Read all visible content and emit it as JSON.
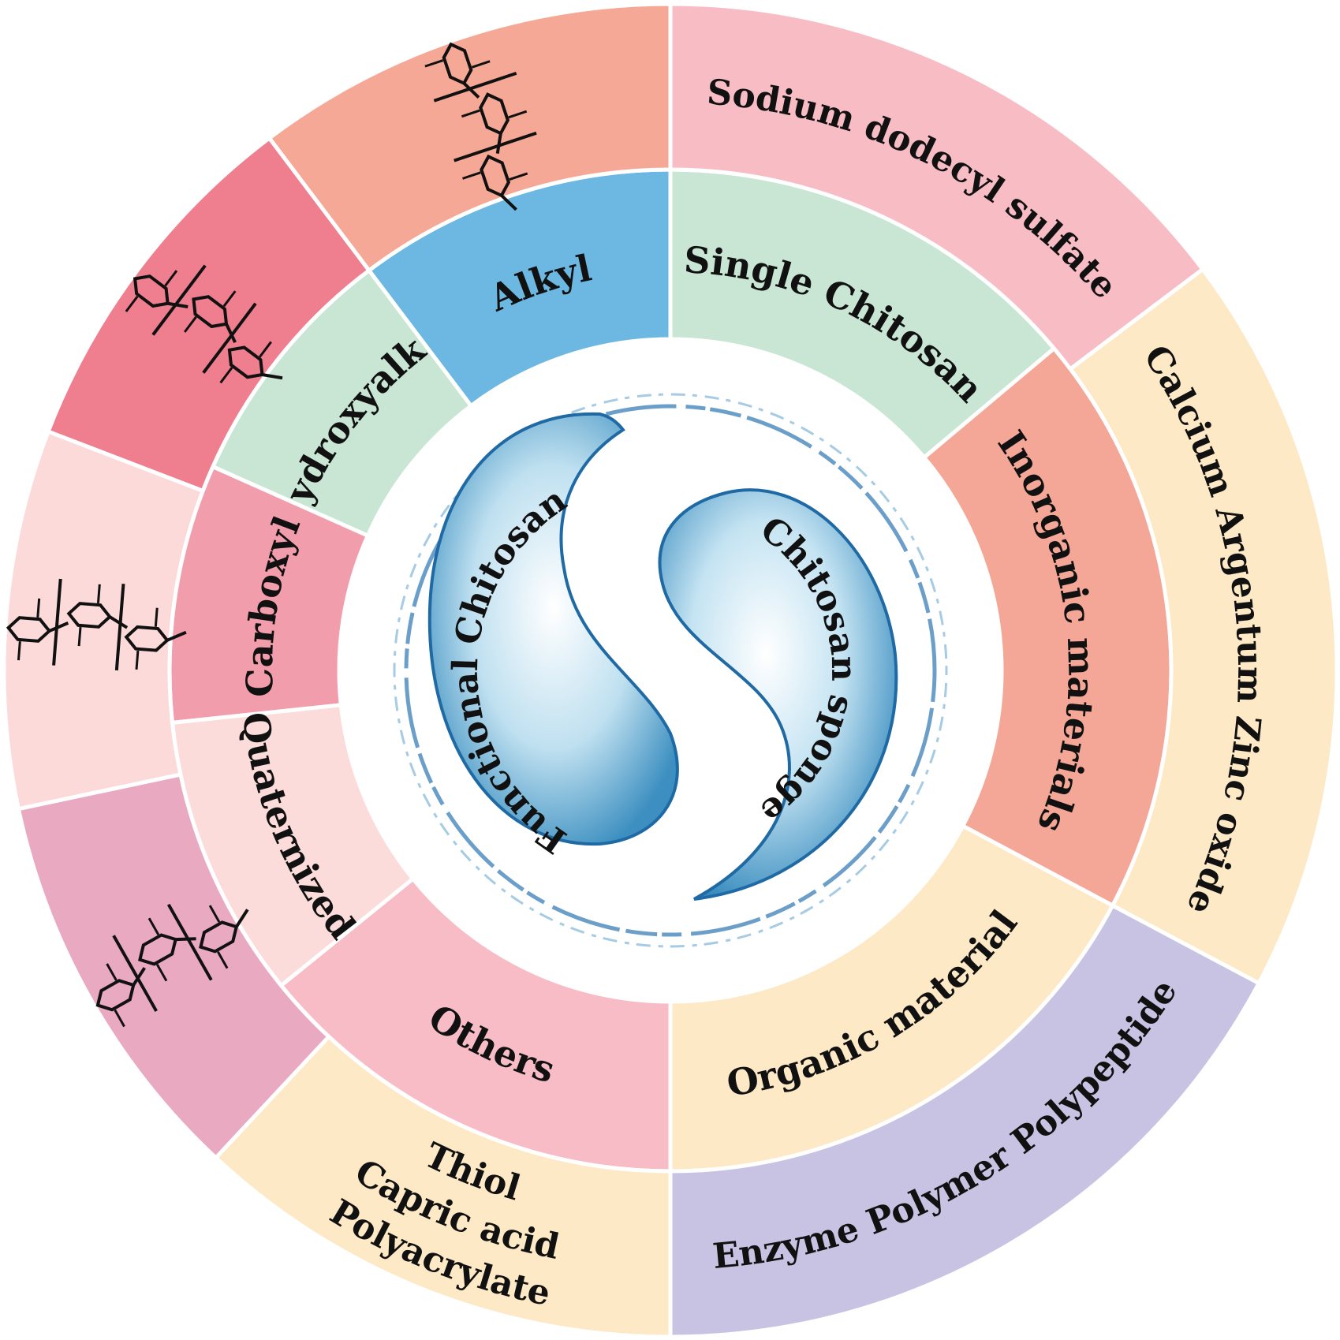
{
  "title": "Chitosan sponge classification wheel",
  "center": {
    "left_label": "Functional Chitosan",
    "right_label": "Chitosan sponge",
    "swirl_color": "#5aa6cf"
  },
  "middle_ring": [
    {
      "id": "alkyl",
      "label": "Alkyl",
      "color": "#6db8e2"
    },
    {
      "id": "hydroxyalkyl",
      "label": "Hydroxyalkyl",
      "color": "#c9e6d5"
    },
    {
      "id": "carboxyl",
      "label": "Carboxyl",
      "color": "#f29dac"
    },
    {
      "id": "quaternized",
      "label": "Quaternized",
      "color": "#fbdcda"
    },
    {
      "id": "others",
      "label": "Others",
      "color": "#f7bcc5"
    },
    {
      "id": "single-chitosan",
      "label": "Single Chitosan",
      "color": "#c9e6d5"
    },
    {
      "id": "inorganic",
      "label": "Inorganic materials",
      "color": "#f4a796"
    },
    {
      "id": "organic",
      "label": "Organic material",
      "color": "#fde9c6"
    }
  ],
  "outer_ring": [
    {
      "id": "alkyl-structure",
      "type": "structure",
      "color": "#f5a895"
    },
    {
      "id": "hydroxyalkyl-structure",
      "type": "structure",
      "color": "#ef7f8e"
    },
    {
      "id": "carboxyl-structure",
      "type": "structure",
      "color": "#fbdad9"
    },
    {
      "id": "quaternized-structure",
      "type": "structure",
      "color": "#e8a9c1"
    },
    {
      "id": "others-examples",
      "lines": [
        "Thiol",
        "Capric acid",
        "Polyacrylate"
      ],
      "color": "#fde9c6"
    },
    {
      "id": "single-examples",
      "lines": [
        "Sodium dodecyl sulfate"
      ],
      "color": "#f7bcc4"
    },
    {
      "id": "inorganic-examples",
      "lines": [
        "Calcium Argentum Zinc oxide"
      ],
      "color": "#fde9c6"
    },
    {
      "id": "organic-examples",
      "lines": [
        "Enzyme  Polymer Polypeptide"
      ],
      "color": "#c9c3e3"
    }
  ]
}
